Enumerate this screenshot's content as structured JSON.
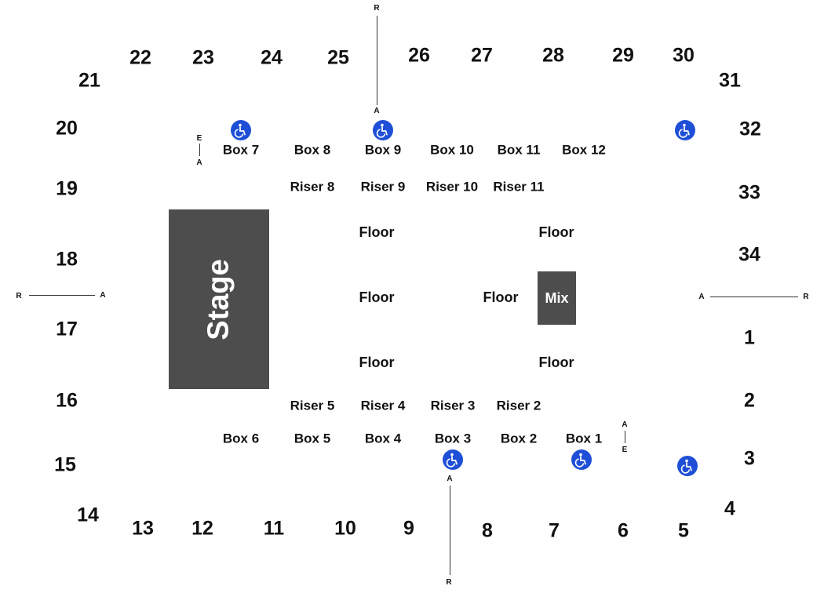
{
  "colors": {
    "block": "#4d4d4d",
    "accessible": "#1e4fd6",
    "text": "#111111"
  },
  "stage_label": "Stage",
  "mix_label": "Mix",
  "sections": {
    "s1": "1",
    "s2": "2",
    "s3": "3",
    "s4": "4",
    "s5": "5",
    "s6": "6",
    "s7": "7",
    "s8": "8",
    "s9": "9",
    "s10": "10",
    "s11": "11",
    "s12": "12",
    "s13": "13",
    "s14": "14",
    "s15": "15",
    "s16": "16",
    "s17": "17",
    "s18": "18",
    "s19": "19",
    "s20": "20",
    "s21": "21",
    "s22": "22",
    "s23": "23",
    "s24": "24",
    "s25": "25",
    "s26": "26",
    "s27": "27",
    "s28": "28",
    "s29": "29",
    "s30": "30",
    "s31": "31",
    "s32": "32",
    "s33": "33",
    "s34": "34"
  },
  "boxes": {
    "b1": "Box 1",
    "b2": "Box 2",
    "b3": "Box 3",
    "b4": "Box 4",
    "b5": "Box 5",
    "b6": "Box 6",
    "b7": "Box 7",
    "b8": "Box 8",
    "b9": "Box 9",
    "b10": "Box 10",
    "b11": "Box 11",
    "b12": "Box 12"
  },
  "risers": {
    "r2": "Riser 2",
    "r3": "Riser 3",
    "r4": "Riser 4",
    "r5": "Riser 5",
    "r8": "Riser 8",
    "r9": "Riser 9",
    "r10": "Riser 10",
    "r11": "Riser 11"
  },
  "floor_label": "Floor",
  "markers": {
    "r": "R",
    "a": "A",
    "e": "E"
  },
  "icons": {
    "accessible": "wheelchair-icon"
  }
}
